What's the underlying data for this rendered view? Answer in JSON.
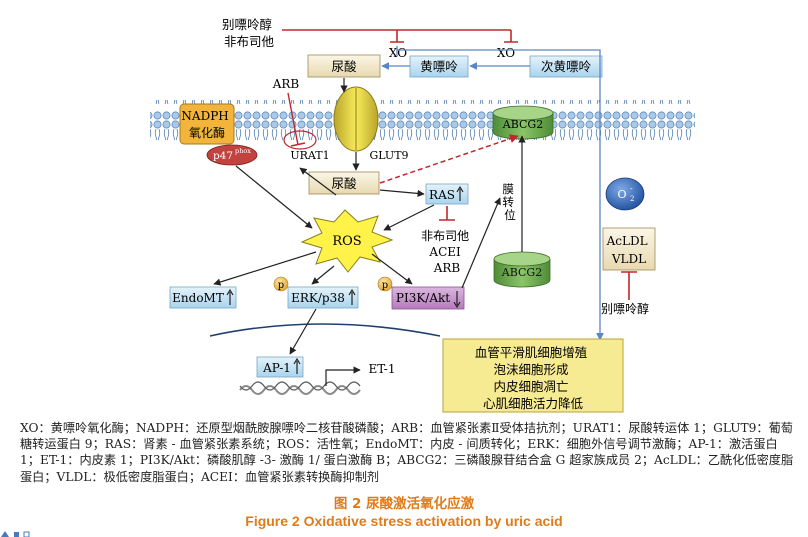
{
  "labels": {
    "allopurinol_febuxostat": [
      "别嘌呤醇",
      "非布司他"
    ],
    "xo": "XO",
    "urate_top": "尿酸",
    "xanthine": "黄嘌呤",
    "hypoxanthine": "次黄嘌呤",
    "arb": "ARB",
    "nadph": [
      "NADPH",
      "氧化酶"
    ],
    "abcg2": "ABCG2",
    "p47": "p47",
    "p47_sup": "phox",
    "urat1": "URAT1",
    "glut9": "GLUT9",
    "urate_mid": "尿酸",
    "ras": "RAS",
    "membrane_transport": [
      "膜",
      "转",
      "位"
    ],
    "superoxide": "O",
    "superoxide_sub": "2",
    "superoxide_sup": "-",
    "ros": "ROS",
    "inhibitors": [
      "非布司他",
      "ACEI",
      "ARB"
    ],
    "acldl": [
      "AcLDL",
      "VLDL"
    ],
    "allopurinol": "别嘌呤醇",
    "endomt": "EndoMT",
    "erk": "ERK/p38",
    "pi3k": "PI3K/Akt",
    "p": "p",
    "ap1": "AP-1",
    "et1": "ET-1",
    "outcomes": [
      "血管平滑肌细胞增殖",
      "泡沫细胞形成",
      "内皮细胞凋亡",
      "心肌细胞活力降低"
    ]
  },
  "caption": {
    "abbreviations": "XO：黄嘌呤氧化酶；NADPH：还原型烟酰胺腺嘌呤二核苷酸磷酸；ARB：血管紧张素Ⅱ受体拮抗剂；URAT1：尿酸转运体 1；GLUT9：葡萄糖转运蛋白 9；RAS：肾素 - 血管紧张素系统；ROS：活性氧；EndoMT：内皮 - 间质转化；ERK：细胞外信号调节激酶；AP-1：激活蛋白 1；ET-1：内皮素 1；PI3K/Akt：磷酸肌醇 -3- 激酶 1/ 蛋白激酶 B；ABCG2：三磷酸腺苷结合盒 G 超家族成员 2；AcLDL：乙酰化低密度脂蛋白；VLDL：极低密度脂蛋白；ACEI：血管紧张素转换酶抑制剂",
    "title_cn": "图 2  尿酸激活氧化应激",
    "title_en": "Figure 2  Oxidative stress activation by uric acid"
  },
  "colors": {
    "box_blue": "#c5e3f3",
    "box_tan": "#f5ecd2",
    "nadph_fill": "#f2b43a",
    "abcg2_green": "#6fae4f",
    "pi3k_purple": "#c795cc",
    "outcome_fill": "#f6ea92",
    "ros_fill": "#fff34a",
    "red_line": "#c0282d",
    "blue_line": "#5b86c6",
    "title_orange": "#e07b1a"
  }
}
